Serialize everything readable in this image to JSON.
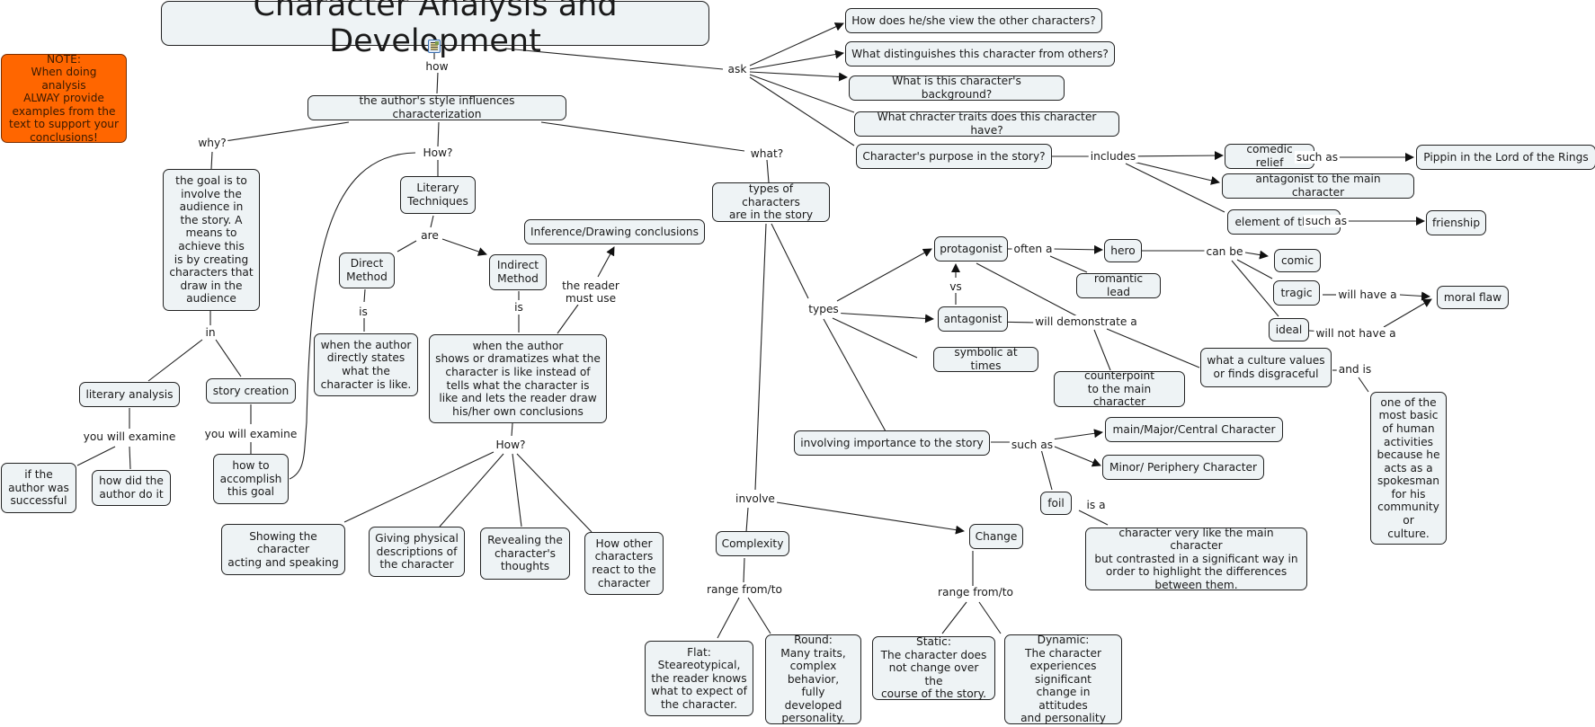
{
  "title": "Character Analysis and Development",
  "note": "NOTE:\nWhen doing analysis\nALWAY provide\nexamples from the\ntext to support your\nconclusions!",
  "colors": {
    "node_fill": "#eef3f5",
    "note_fill": "#ff6600",
    "line": "#222222"
  },
  "nodes": {
    "author_style": "the author's style influences characterization",
    "goal": "the goal is to\ninvolve the\naudience in\nthe story. A\nmeans to\nachieve this\nis by creating\ncharacters that\ndraw in the\naudience",
    "literary_analysis": "literary analysis",
    "story_creation": "story creation",
    "author_successful": "if the\nauthor was\nsuccessful",
    "how_author_did": "how did the\nauthor do it",
    "how_accomplish": "how to\naccomplish\nthis goal",
    "literary_techniques": "Literary\nTechniques",
    "direct_method": "Direct\nMethod",
    "indirect_method": "Indirect\nMethod",
    "direct_def": "when the author\ndirectly states\nwhat the\ncharacter is like.",
    "indirect_def": "when the author\nshows or dramatizes what the\ncharacter is like instead of\ntells what the character is\nlike and lets the reader draw\nhis/her own conclusions",
    "inference": "Inference/Drawing conclusions",
    "showing": "Showing the\ncharacter\nacting and speaking",
    "physical": "Giving physical\ndescriptions of\nthe character",
    "thoughts": "Revealing the\ncharacter's\nthoughts",
    "others_react": "How other\ncharacters\nreact to the\ncharacter",
    "q_view": "How does he/she view the other characters?",
    "q_distinguish": "What distinguishes this character from others?",
    "q_background": "What is this character's background?",
    "q_traits": "What chracter traits does this character have?",
    "q_purpose": "Character's purpose in the story?",
    "comedic_relief": "comedic relief",
    "pippin": "Pippin in the Lord of the Rings",
    "antagonist_main": "antagonist to the main character",
    "element_theme": "element of theme",
    "friendship": "frienship",
    "types_chars": "types of characters\nare in the story",
    "protagonist": "protagonist",
    "antagonist": "antagonist",
    "symbolic": "symbolic at times",
    "hero": "hero",
    "romantic_lead": "romantic lead",
    "comic": "comic",
    "tragic": "tragic",
    "ideal": "ideal",
    "moral_flaw": "moral flaw",
    "counterpoint": "counterpoint\nto the main character",
    "culture_values": "what a culture values\nor finds disgraceful",
    "basic_activity": "one of the\nmost basic\nof human\nactivities\nbecause he\nacts as a\nspokesman\nfor his\ncommunity\nor\nculture.",
    "importance": "involving importance to the story",
    "main_major": "main/Major/Central Character",
    "minor": "Minor/ Periphery Character",
    "foil": "foil",
    "foil_def": "character very like the main character\nbut contrasted in a significant way in\norder to highlight the differences\nbetween them.",
    "complexity": "Complexity",
    "change": "Change",
    "flat": "Flat:\nSteareotypical,\nthe reader knows\nwhat to expect of\nthe character.",
    "round": "Round:\nMany traits,\ncomplex\nbehavior,\nfully developed\npersonality.",
    "static": "Static:\nThe character does\nnot change over the\ncourse of the story.",
    "dynamic": "Dynamic:\nThe character\nexperiences\nsignificant\nchange in attitudes\nand personality"
  },
  "links": {
    "how": "how",
    "why": "why?",
    "in": "in",
    "examine1": "you will examine",
    "examine2": "you will examine",
    "how_cap": "How?",
    "are": "are",
    "is1": "is",
    "is2": "is",
    "reader_must": "the reader\nmust use",
    "how2": "How?",
    "ask": "ask",
    "what": "what?",
    "includes": "includes",
    "such_as1": "such as",
    "such_as2": "such as",
    "types": "types",
    "vs": "vs",
    "often_a": "often a",
    "can_be": "can be",
    "will_have": "will have a",
    "will_not_have": "will not have a",
    "will_demonstrate": "will demonstrate a",
    "and_is": "and is",
    "such_as3": "such as",
    "is_a": "is a",
    "involve": "involve",
    "range1": "range from/to",
    "range2": "range from/to"
  }
}
